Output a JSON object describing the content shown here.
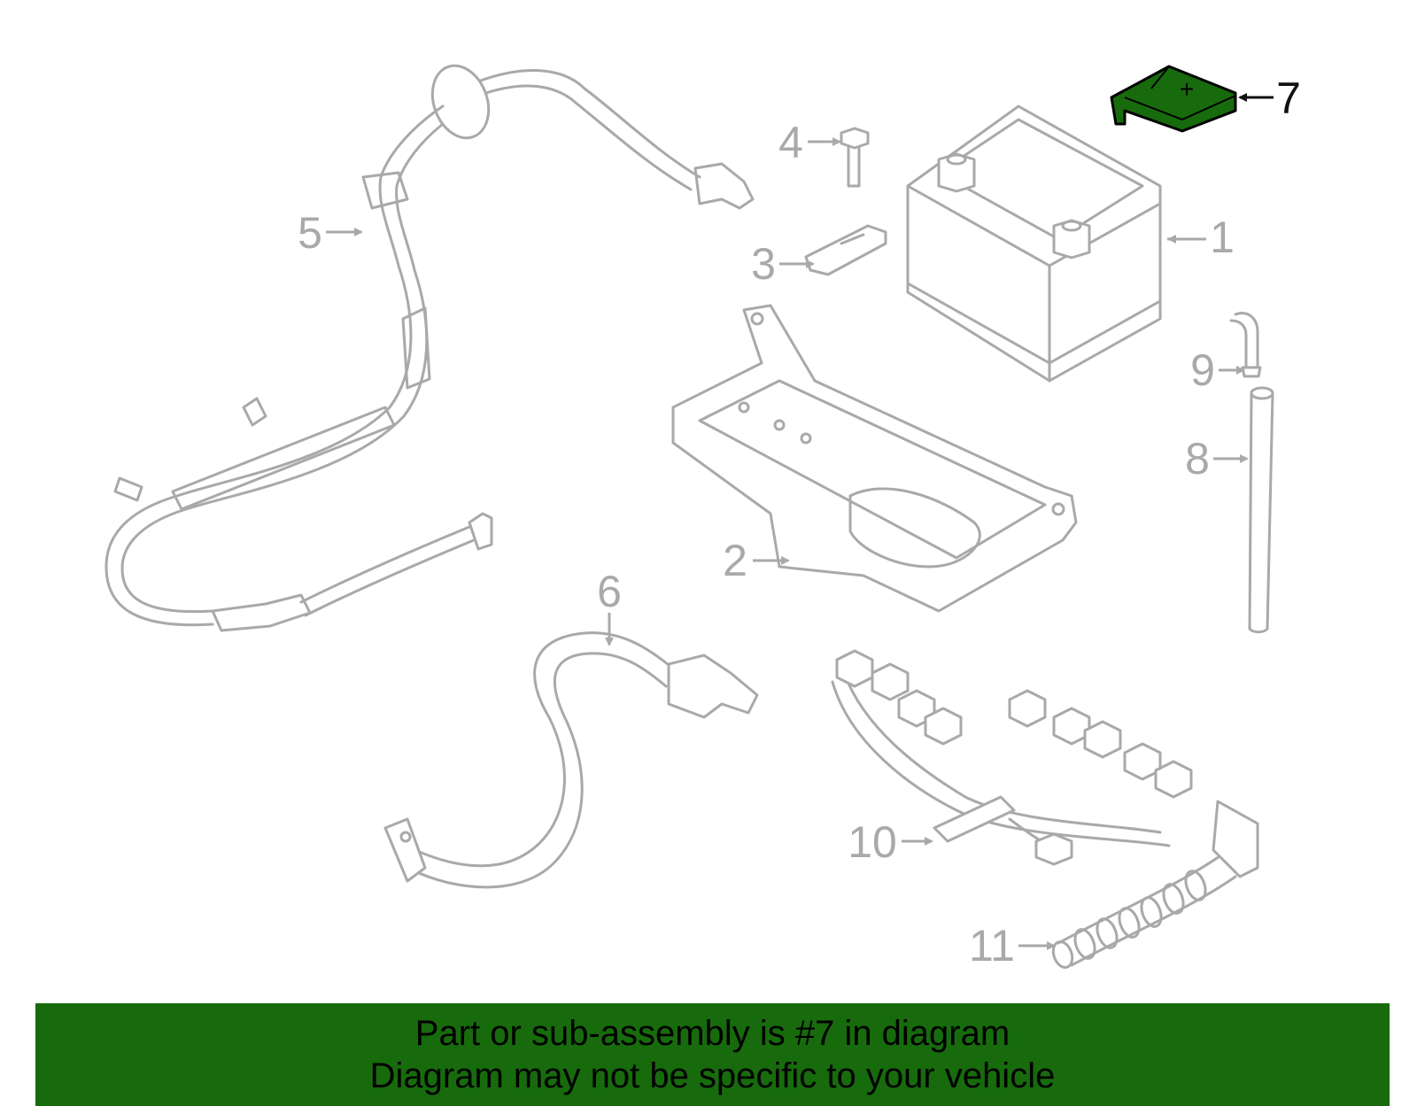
{
  "callouts": {
    "p1": "1",
    "p2": "2",
    "p3": "3",
    "p4": "4",
    "p5": "5",
    "p6": "6",
    "p7": "7",
    "p8": "8",
    "p9": "9",
    "p10": "10",
    "p11": "11"
  },
  "highlight": {
    "part": "7",
    "color": "#176b0c"
  },
  "battery_cover_symbol": "+",
  "banner": {
    "line1": "Part or sub-assembly is #7 in diagram",
    "line2": "Diagram may not be specific to your vehicle",
    "color": "#176b0c"
  }
}
